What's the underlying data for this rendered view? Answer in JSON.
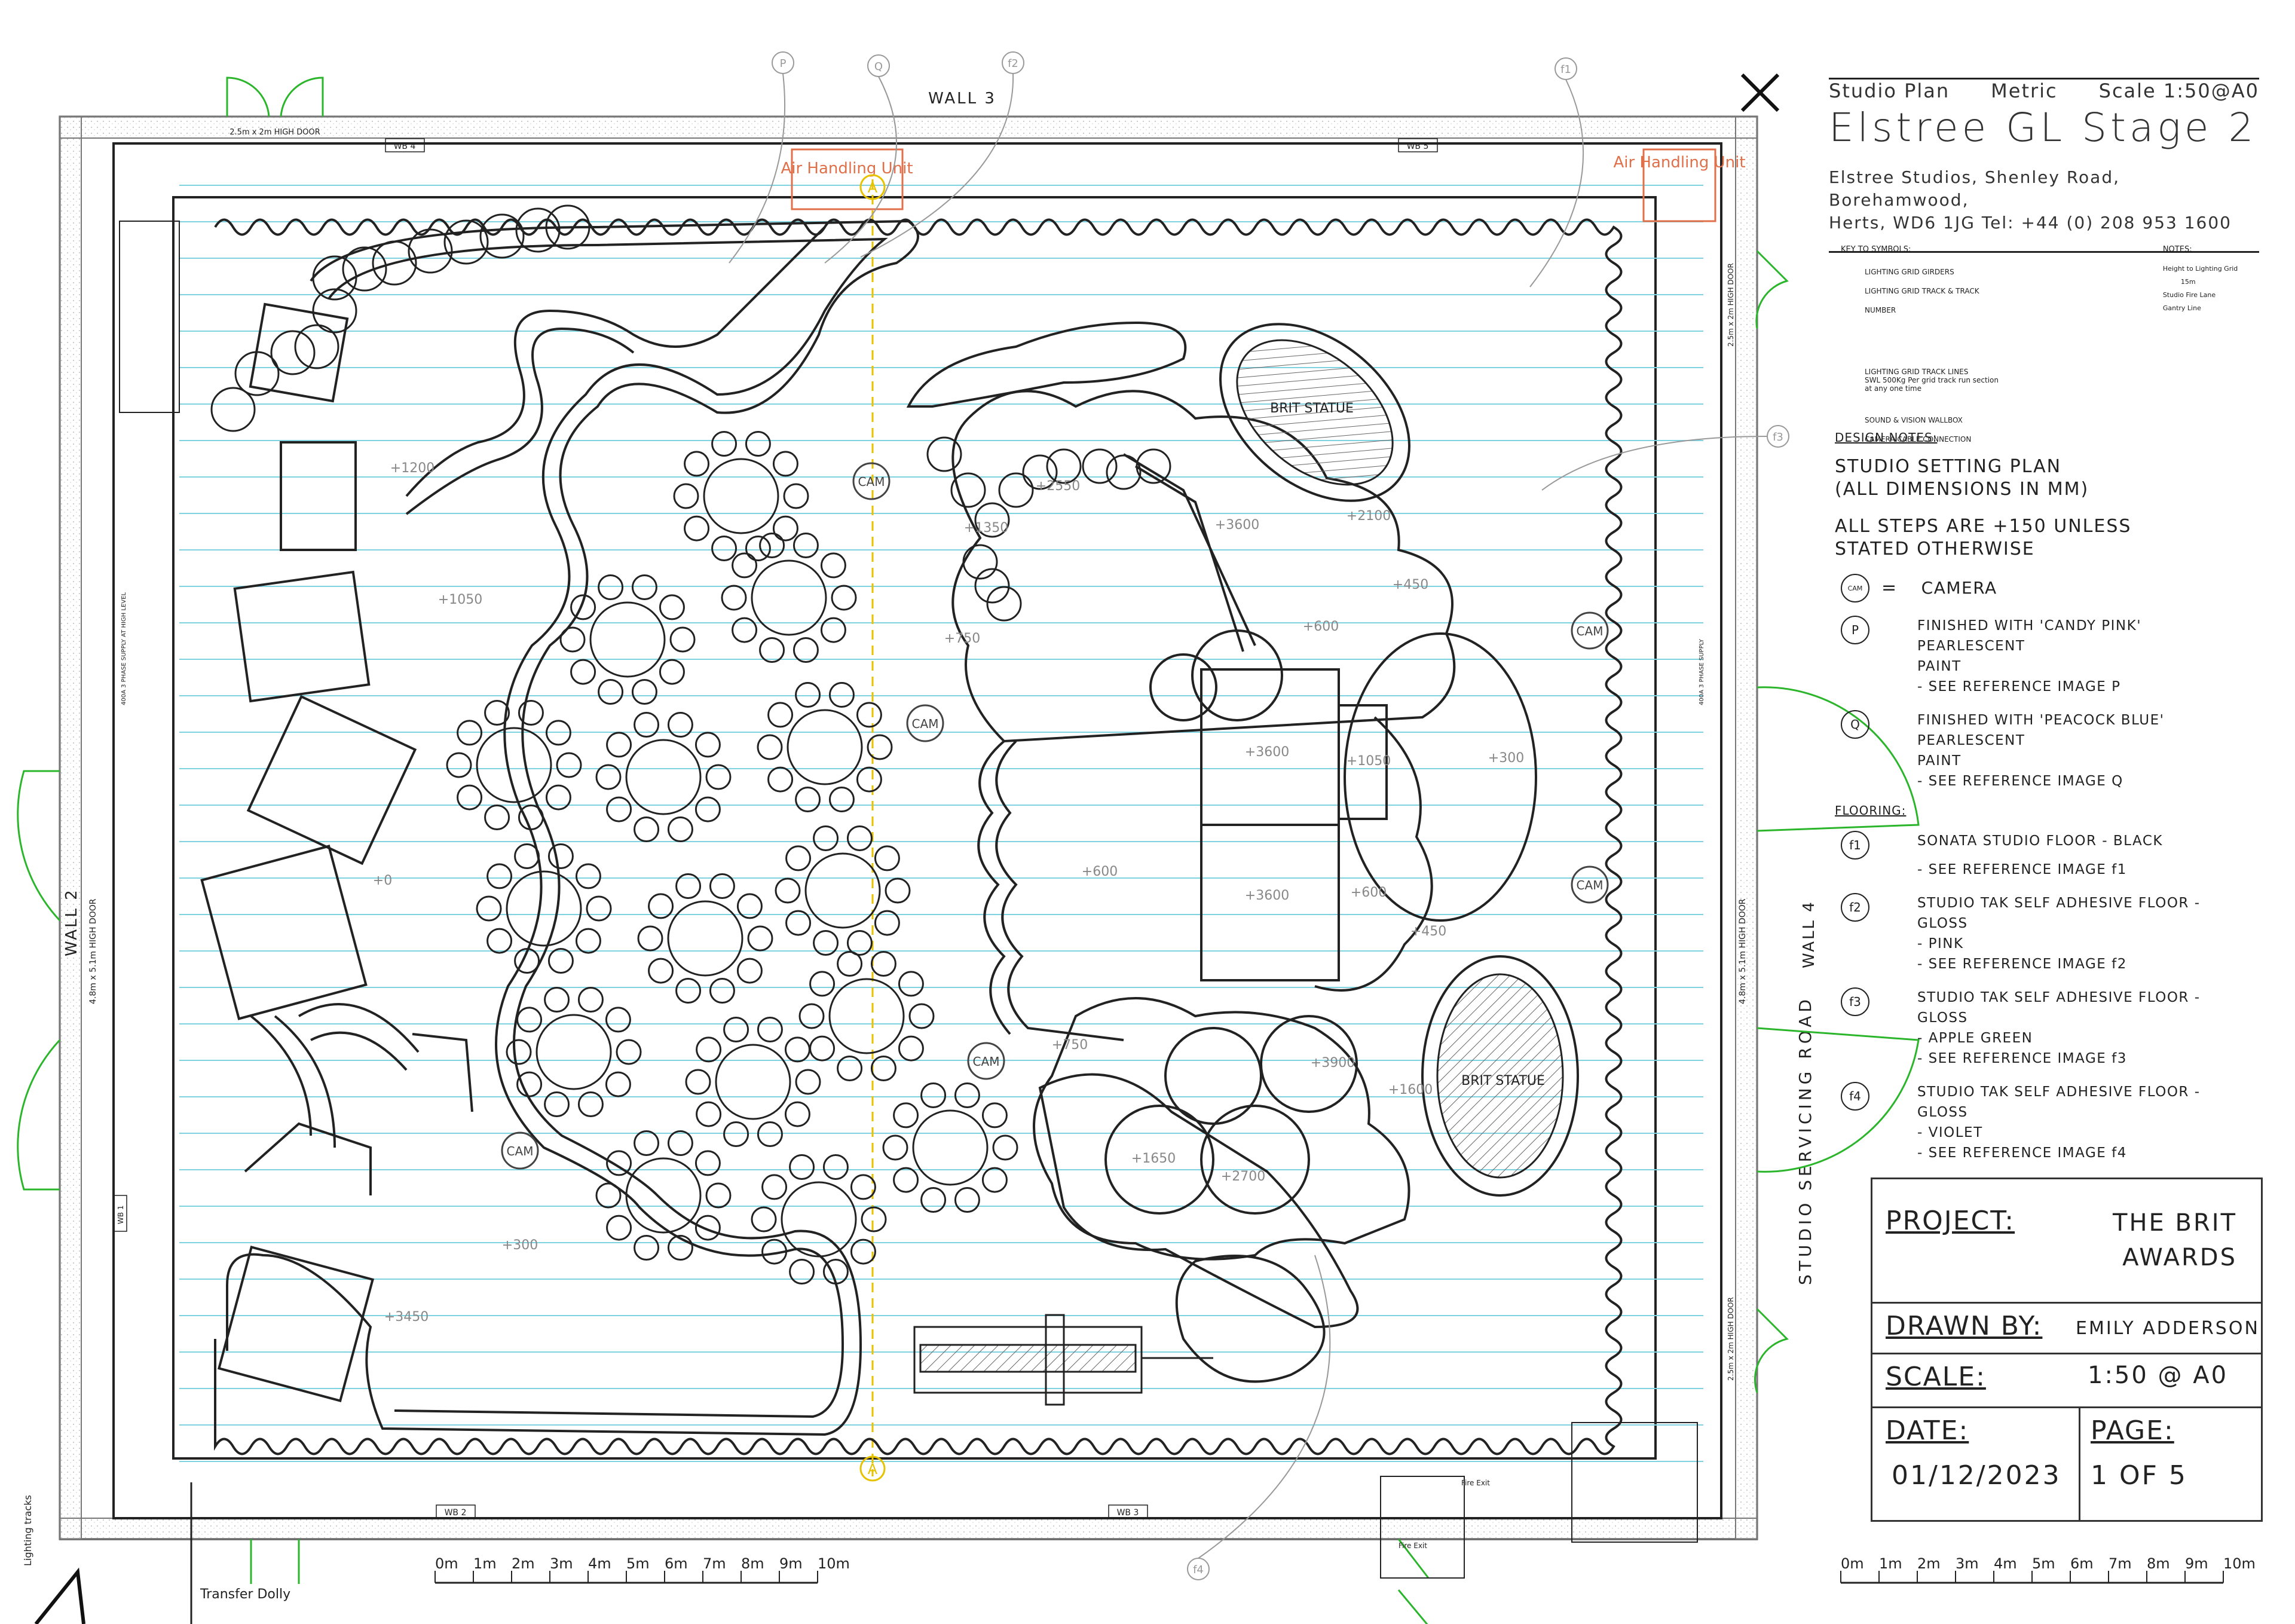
{
  "plan": {
    "walls": {
      "wall_3": "WALL 3",
      "wall_2": "WALL 2",
      "wall_4": "WALL 4"
    },
    "doors": {
      "top_left": "2.5m x 2m\nHIGH DOOR",
      "left": "4.8m x 5.1m HIGH DOOR",
      "right": "4.8m x 5.1m HIGH DOOR",
      "right_top": "2.5m x 2m\nHIGH DOOR",
      "right_bottom": "2.5m x 2m\nHIGH DOOR"
    },
    "air_handling_1": "Air Handling Unit",
    "air_handling_2": "Air Handling Unit",
    "wallboxes": [
      "WB 4",
      "WB 5",
      "WB 2",
      "WB 3",
      "WB 1"
    ],
    "statues": [
      "BRIT STATUE",
      "BRIT STATUE"
    ],
    "levels": [
      "+1200",
      "+1050",
      "+0",
      "+300",
      "+3450",
      "+2550",
      "+1350",
      "+3600",
      "+750",
      "+600",
      "+450",
      "+3600",
      "+1050",
      "+300",
      "+600",
      "+3600",
      "+600",
      "+450",
      "+750",
      "+1650",
      "+2700",
      "+3900",
      "+1600",
      "+2100"
    ],
    "cameras": [
      "CAM",
      "CAM",
      "CAM",
      "CAM",
      "CAM",
      "CAM",
      "CAM"
    ],
    "grid_marker": "A",
    "callouts": [
      "P",
      "Q",
      "f2",
      "f1",
      "f3",
      "f4"
    ],
    "fire_exit": "Fire\nExit",
    "servicing_road": "STUDIO SERVICING ROAD",
    "lighting_tracks": "Lighting tracks",
    "transfer_dolly": "Transfer Dolly",
    "power_left": "400A 3 PHASE SUPPLY AT HIGH LEVEL",
    "power_right": "400A 3 PHASE SUPPLY",
    "scale_marks": [
      "0m",
      "1m",
      "2m",
      "3m",
      "4m",
      "5m",
      "6m",
      "7m",
      "8m",
      "9m",
      "10m"
    ]
  },
  "title_block": {
    "plan_label": "Studio Plan",
    "units": "Metric",
    "scale": "Scale 1:50@A0",
    "stage_title": "Elstree GL Stage 2",
    "address_1": "Elstree Studios, Shenley Road, Borehamwood,",
    "address_2": "Herts, WD6 1JG  Tel: +44 (0) 208 953 1600"
  },
  "key": {
    "heading": "KEY TO SYMBOLS:",
    "notes_heading": "NOTES:",
    "items": [
      "LIGHTING GRID GIRDERS",
      "LIGHTING GRID TRACK & TRACK NUMBER",
      "LIGHTING GRID TRACK LINES\nSWL 500Kg Per grid track run section at any one time",
      "SOUND & VISION WALLBOX",
      "CAMERA CABLE CONNECTION"
    ],
    "notes": [
      "Height to Lighting Grid",
      "15m",
      "Studio Fire Lane",
      "Gantry Line"
    ]
  },
  "design_notes": {
    "heading": "DESIGN NOTES:",
    "line_1": "STUDIO SETTING PLAN",
    "line_2": "(ALL DIMENSIONS IN MM)",
    "line_3": "ALL STEPS ARE +150 UNLESS",
    "line_4": "STATED OTHERWISE",
    "camera_symbol": "CAM",
    "camera_eq": "=",
    "camera_label": "CAMERA",
    "p_sym": "P",
    "p_text_1": "FINISHED WITH 'CANDY PINK' PEARLESCENT",
    "p_text_2": "PAINT",
    "p_text_3": "- SEE REFERENCE IMAGE P",
    "q_sym": "Q",
    "q_text_1": "FINISHED WITH 'PEACOCK BLUE' PEARLESCENT",
    "q_text_2": "PAINT",
    "q_text_3": "- SEE REFERENCE IMAGE Q",
    "flooring_heading": "FLOORING:",
    "f1_sym": "f1",
    "f1_text_1": "SONATA STUDIO FLOOR - BLACK",
    "f1_text_2": "- SEE REFERENCE IMAGE f1",
    "f2_sym": "f2",
    "f2_text_1": "STUDIO TAK SELF ADHESIVE FLOOR - GLOSS",
    "f2_text_2": "- PINK",
    "f2_text_3": "- SEE REFERENCE IMAGE f2",
    "f3_sym": "f3",
    "f3_text_1": "STUDIO TAK SELF ADHESIVE FLOOR - GLOSS",
    "f3_text_2": "- APPLE GREEN",
    "f3_text_3": "- SEE REFERENCE IMAGE f3",
    "f4_sym": "f4",
    "f4_text_1": "STUDIO TAK SELF ADHESIVE FLOOR - GLOSS",
    "f4_text_2": "- VIOLET",
    "f4_text_3": "- SEE REFERENCE IMAGE f4"
  },
  "stamp": {
    "project_label": "PROJECT:",
    "project_value_1": "THE BRIT",
    "project_value_2": "AWARDS",
    "drawn_label": "DRAWN BY:",
    "drawn_value": "EMILY ADDERSON",
    "scale_label": "SCALE:",
    "scale_value": "1:50 @ A0",
    "date_label": "DATE:",
    "date_value": "01/12/2023",
    "page_label": "PAGE:",
    "page_value": "1 OF 5"
  },
  "colors": {
    "grid_lines": "#7fd3e0",
    "doors": "#2bb52b",
    "air_handling": "#e0704a",
    "marker": "#e6c200",
    "ink": "#222222"
  }
}
